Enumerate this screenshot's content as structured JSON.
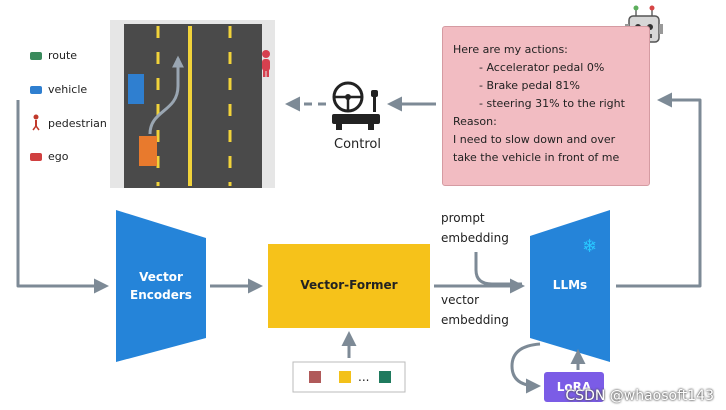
{
  "legend": [
    {
      "label": "route",
      "icon": "car-icon",
      "color": "#3a8a5c"
    },
    {
      "label": "vehicle",
      "icon": "car-icon",
      "color": "#2f7fd0"
    },
    {
      "label": "pedestrian",
      "icon": "pedestrian-icon",
      "color": "#c0392b"
    },
    {
      "label": "ego",
      "icon": "car-icon",
      "color": "#d04040"
    }
  ],
  "control_label": "Control",
  "actions": {
    "heading": "Here are my actions:",
    "items": [
      "- Accelerator pedal 0%",
      "- Brake pedal 81%",
      "- steering 31% to the right"
    ],
    "reason_heading": "Reason:",
    "reason_lines": [
      "I need to slow down and over",
      "take the vehicle in front of me"
    ]
  },
  "vector_encoders_label": [
    "Vector",
    "Encoders"
  ],
  "vector_former_label": "Vector-Former",
  "prompt_embedding_label": [
    "prompt",
    "embedding"
  ],
  "vector_embedding_label": [
    "vector",
    "embedding"
  ],
  "llms_label": "LLMs",
  "lora_label": "LoRA",
  "tokens_ellipsis": "...",
  "watermark": "CSDN @whaosoft143",
  "colors": {
    "encoder_blue": "#2584d9",
    "former_yellow": "#f6c21a",
    "arrow_gray": "#7d8a96",
    "actions_pink": "#f2bcc2",
    "lora_purple": "#7b5ce6",
    "token_red": "#b05a5a",
    "token_yellow": "#f3c11a",
    "token_green": "#1f7a5e"
  }
}
